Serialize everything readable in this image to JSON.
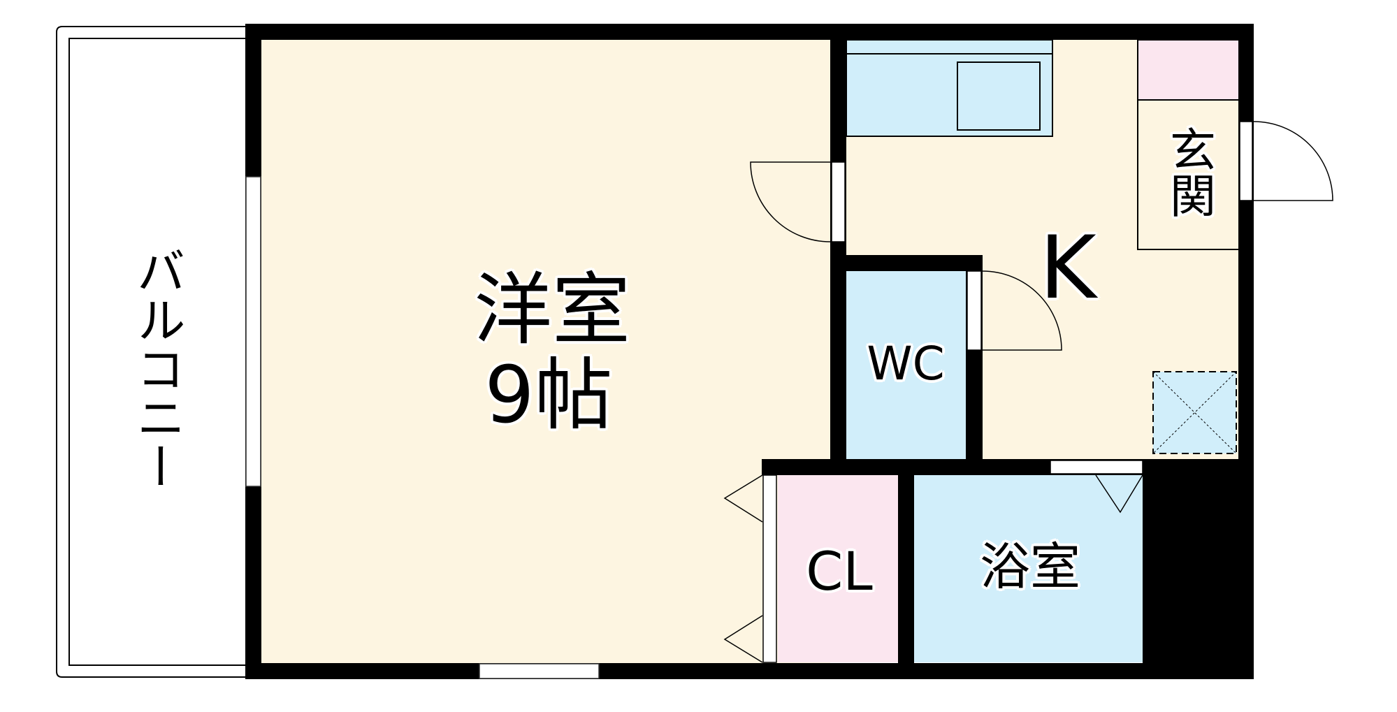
{
  "floorplan": {
    "colors": {
      "floor": "#FDF5E1",
      "wet_area": "#D1EEFA",
      "storage": "#FBE6EF",
      "wall": "#000000",
      "window": "#FFFFFF",
      "background": "#FFFFFF"
    },
    "rooms": {
      "western_room": {
        "label": "洋室",
        "size": "9帖"
      },
      "kitchen": {
        "label": "K"
      },
      "entrance": {
        "label": "玄関"
      },
      "toilet": {
        "label": "WC"
      },
      "closet": {
        "label": "CL"
      },
      "bathroom": {
        "label": "浴室"
      },
      "balcony": {
        "label": "バルコニー"
      }
    },
    "fixtures": {
      "kitchen_counter": "kitchen-counter",
      "sink": "sink",
      "shoe_cabinet": "shoe-cabinet",
      "washing_machine_space": "washing-machine-space"
    }
  }
}
